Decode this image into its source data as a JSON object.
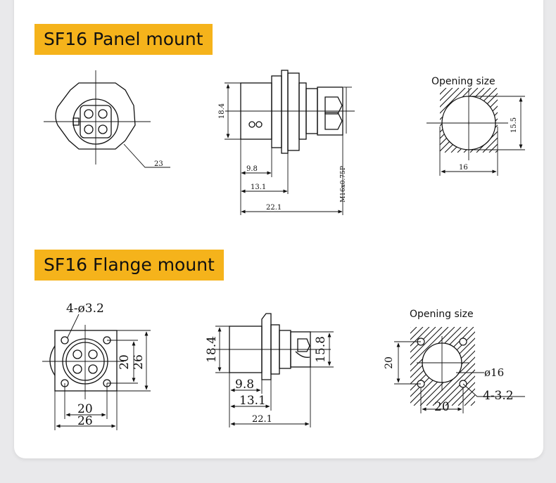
{
  "sections": {
    "panel": {
      "title": "SF16 Panel mount",
      "front": {
        "dim_23": "23"
      },
      "side": {
        "dim_18_4": "18.4",
        "dim_9_8": "9.8",
        "dim_13_1": "13.1",
        "dim_22_1": "22.1",
        "thread": "M16x0.75P"
      },
      "opening": {
        "label": "Opening size",
        "dim_15_5": "15.5",
        "dim_16": "16"
      }
    },
    "flange": {
      "title": "SF16 Flange mount",
      "front": {
        "holes": "4-ø3.2",
        "dim_20w": "20",
        "dim_26w": "26",
        "dim_20h": "20",
        "dim_26h": "26"
      },
      "side": {
        "dim_18_4": "18.4",
        "dim_15_8": "15.8",
        "dim_9_8": "9.8",
        "dim_13_1": "13.1",
        "dim_22_1": "22.1"
      },
      "opening": {
        "label": "Opening size",
        "dim_20v": "20",
        "dim_d16": "ø16",
        "holes": "4-3.2",
        "dim_20h": "20"
      }
    }
  },
  "colors": {
    "accent": "#f5b31b",
    "background": "#e9e9eb",
    "card": "#ffffff",
    "ink": "#111111"
  }
}
